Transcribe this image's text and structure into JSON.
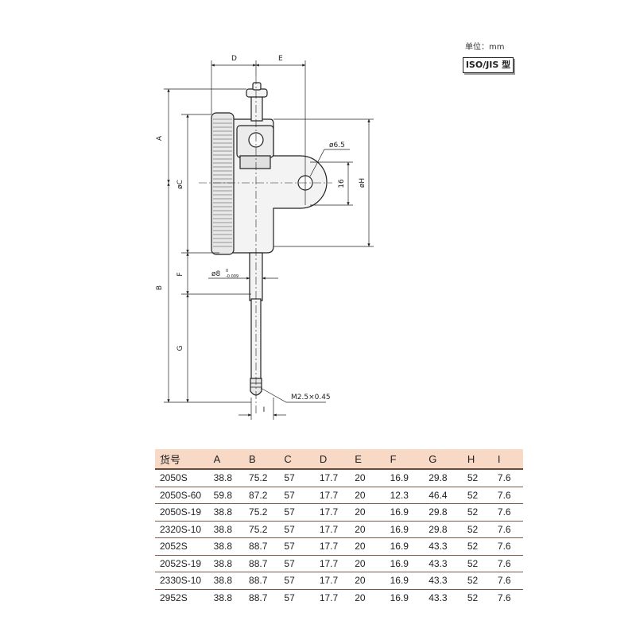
{
  "header": {
    "unit_label": "单位：mm",
    "standard_badge": "ISO/JIS 型"
  },
  "drawing": {
    "dimension_labels": {
      "d": "D",
      "e": "E",
      "a": "A",
      "b": "B",
      "c": "øC",
      "h": "øH",
      "f": "F",
      "g": "G",
      "i": "I",
      "hole_dia": "ø6.5",
      "lug_height": "16",
      "stem_dia": "ø8",
      "stem_tol_upper": "0",
      "stem_tol_lower": "-0.009",
      "thread": "M2.5×0.45"
    }
  },
  "table": {
    "columns": [
      "货号",
      "A",
      "B",
      "C",
      "D",
      "E",
      "F",
      "G",
      "H",
      "I"
    ],
    "rows": [
      [
        "2050S",
        "38.8",
        "75.2",
        "57",
        "17.7",
        "20",
        "16.9",
        "29.8",
        "52",
        "7.6"
      ],
      [
        "2050S-60",
        "59.8",
        "87.2",
        "57",
        "17.7",
        "20",
        "12.3",
        "46.4",
        "52",
        "7.6"
      ],
      [
        "2050S-19",
        "38.8",
        "75.2",
        "57",
        "17.7",
        "20",
        "16.9",
        "29.8",
        "52",
        "7.6"
      ],
      [
        "2320S-10",
        "38.8",
        "75.2",
        "57",
        "17.7",
        "20",
        "16.9",
        "29.8",
        "52",
        "7.6"
      ],
      [
        "2052S",
        "38.8",
        "88.7",
        "57",
        "17.7",
        "20",
        "16.9",
        "43.3",
        "52",
        "7.6"
      ],
      [
        "2052S-19",
        "38.8",
        "88.7",
        "57",
        "17.7",
        "20",
        "16.9",
        "43.3",
        "52",
        "7.6"
      ],
      [
        "2330S-10",
        "38.8",
        "88.7",
        "57",
        "17.7",
        "20",
        "16.9",
        "43.3",
        "52",
        "7.6"
      ],
      [
        "2952S",
        "38.8",
        "88.7",
        "57",
        "17.7",
        "20",
        "16.9",
        "43.3",
        "52",
        "7.6"
      ]
    ]
  }
}
